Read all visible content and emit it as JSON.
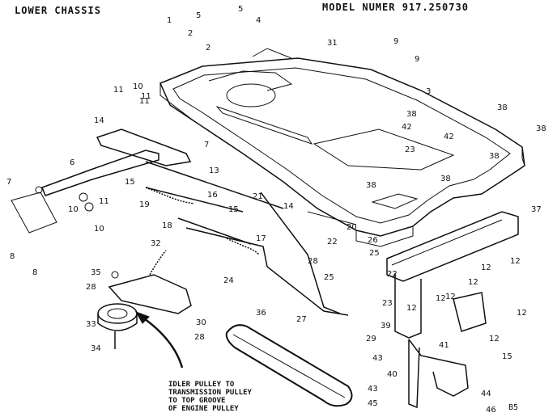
{
  "header": {
    "title": "LOWER CHASSIS",
    "model": "MODEL NUMER 917.250730"
  },
  "page_code": "B5",
  "note": [
    "IDLER PULLEY TO",
    "TRANSMISSION PULLEY",
    "TO TOP GROOVE",
    "OF ENGINE PULLEY"
  ],
  "part_labels": [
    "1",
    "2",
    "2",
    "3",
    "4",
    "5",
    "5",
    "6",
    "7",
    "7",
    "8",
    "8",
    "9",
    "9",
    "10",
    "10",
    "10",
    "11",
    "11",
    "11",
    "11",
    "12",
    "12",
    "12",
    "12",
    "12",
    "12",
    "12",
    "12",
    "13",
    "14",
    "14",
    "15",
    "15",
    "15",
    "16",
    "17",
    "18",
    "19",
    "20",
    "21",
    "22",
    "22",
    "23",
    "23",
    "24",
    "25",
    "25",
    "26",
    "27",
    "28",
    "28",
    "28",
    "29",
    "30",
    "31",
    "32",
    "33",
    "34",
    "35",
    "36",
    "37",
    "38",
    "38",
    "38",
    "38",
    "38",
    "38",
    "39",
    "40",
    "41",
    "42",
    "42",
    "43",
    "43",
    "44",
    "45",
    "46"
  ]
}
